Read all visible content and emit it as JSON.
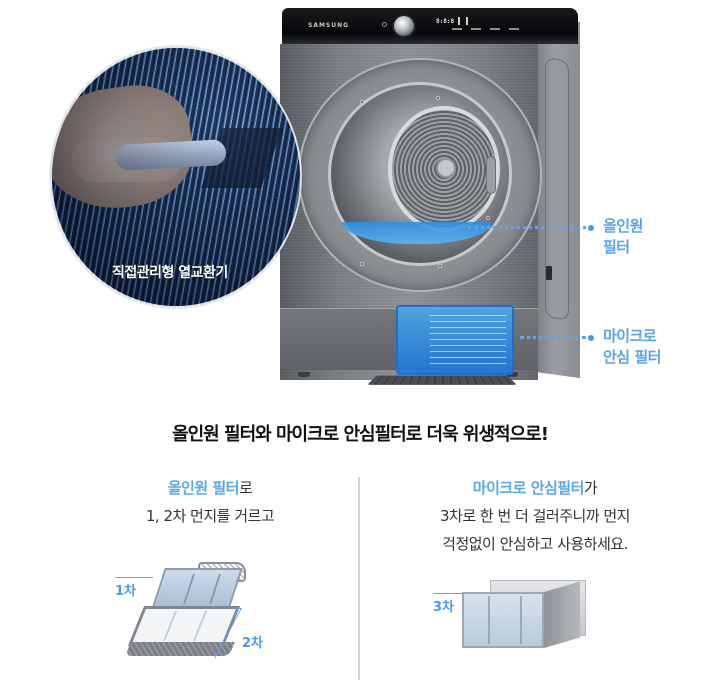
{
  "product": {
    "brand_label": "SAMSUNG",
    "display_text": "8:8:8"
  },
  "magnifier": {
    "label": "직접관리형 열교환기"
  },
  "callouts": [
    {
      "line1": "올인원",
      "line2": "필터"
    },
    {
      "line1": "마이크로",
      "line2": "안심 필터"
    }
  ],
  "headline": "올인원 필터와 마이크로 안심필터로 더욱 위생적으로!",
  "features": {
    "left": {
      "highlight": "올인원 필터",
      "suffix": "로",
      "line2": "1, 2차 먼지를 거르고"
    },
    "right": {
      "highlight": "마이크로 안심필터",
      "suffix": "가",
      "line2": "3차로 한 번 더 걸러주니까 먼지",
      "line3": "걱정없이 안심하고 사용하세요."
    }
  },
  "stages": {
    "first": "1차",
    "second": "2차",
    "third": "3차"
  },
  "colors": {
    "accent_blue": "#5aa5ee",
    "headline": "#111111",
    "body_text": "#333333",
    "divider": "#d0d0d0"
  }
}
